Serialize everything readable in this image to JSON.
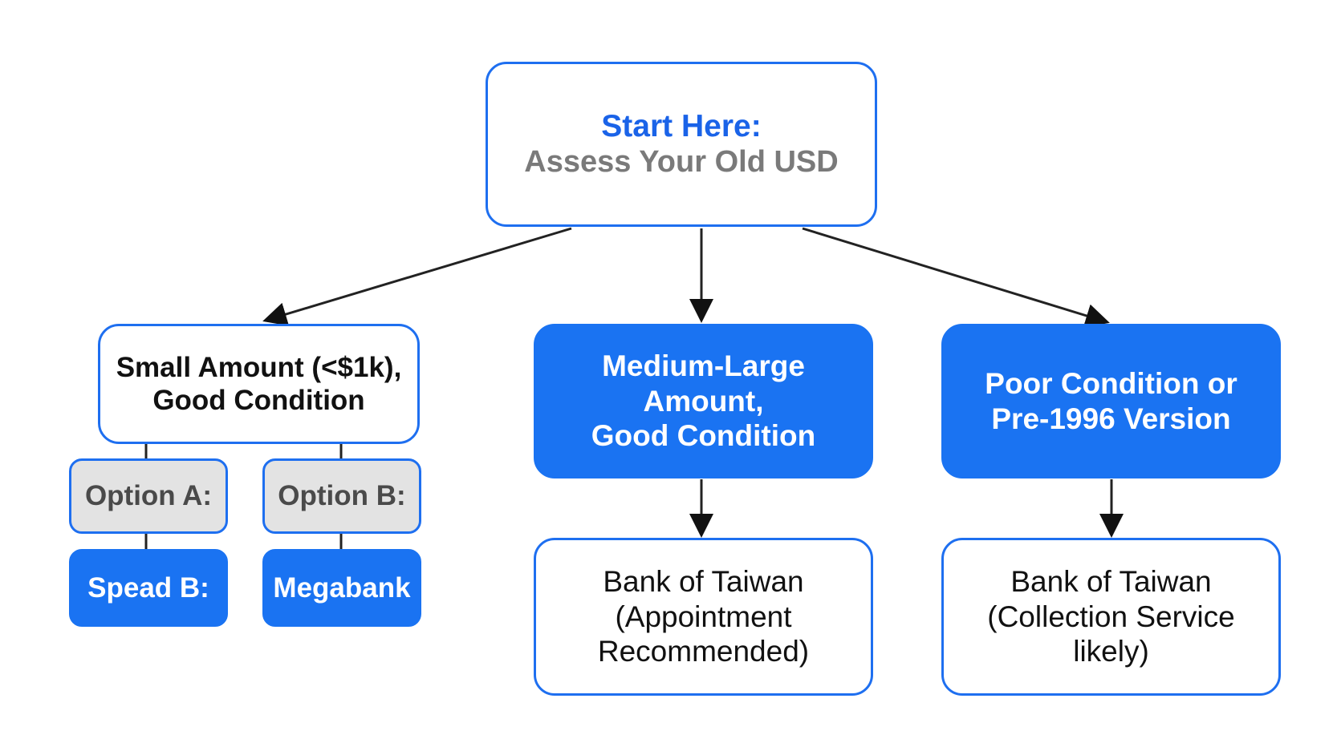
{
  "colors": {
    "accent_blue": "#1a73f2",
    "start_title_blue": "#1a63e8",
    "border_blue": "#1e6ff0",
    "option_grey": "#e3e3e3",
    "arrow": "#111111",
    "muted_text": "#7a7a7a"
  },
  "start": {
    "title": "Start Here:",
    "subtitle": "Assess Your Old USD"
  },
  "branches": {
    "small": {
      "line1": "Small Amount (<$1k),",
      "line2": "Good Condition",
      "option_a": "Option A:",
      "option_b": "Option B:",
      "result_a": "Spead B:",
      "result_b": "Megabank"
    },
    "medium": {
      "line1": "Medium-Large",
      "line2": "Amount,",
      "line3": "Good Condition",
      "result_line1": "Bank of Taiwan",
      "result_line2": "(Appointment",
      "result_line3": "Recommended)"
    },
    "poor": {
      "line1": "Poor Condition or",
      "line2": "Pre-1996 Version",
      "result_line1": "Bank of Taiwan",
      "result_line2": "(Collection Service",
      "result_line3": "likely)"
    }
  }
}
